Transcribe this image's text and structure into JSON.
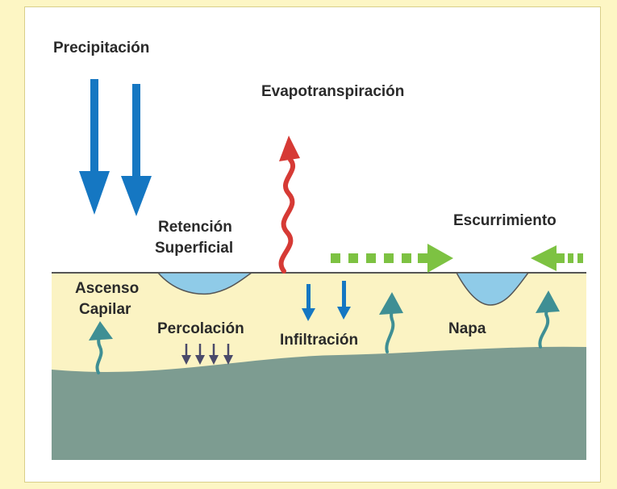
{
  "labels": {
    "precipitacion": "Precipitación",
    "evapotranspiracion": "Evapotranspiración",
    "retencion_line1": "Retención",
    "retencion_line2": "Superficial",
    "escurrimiento": "Escurrimiento",
    "ascenso_line1": "Ascenso",
    "ascenso_line2": "Capilar",
    "percolacion": "Percolación",
    "infiltracion": "Infiltración",
    "napa": "Napa"
  },
  "colors": {
    "background": "#fdf6c4",
    "soil": "#fbf3c3",
    "groundwater": "#7d9c91",
    "water": "#8fcbe8",
    "precipitation_arrow": "#1577c2",
    "evaporation_arrow": "#d63a35",
    "runoff_arrow": "#7dc242",
    "capillary_arrow": "#3f8f94",
    "percolation_arrow": "#4a4a6a"
  }
}
